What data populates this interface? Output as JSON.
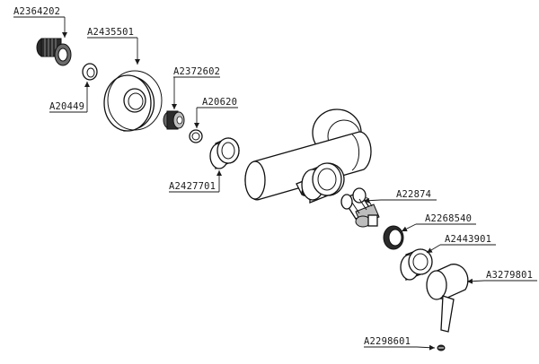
{
  "diagram": {
    "colors": {
      "line": "#1a1a1a",
      "dark_part": "#2b2b2b",
      "mid_part": "#6a6a6a",
      "light_part": "#bdbdbd"
    },
    "labels": [
      {
        "id": "A2364202",
        "text": "A2364202"
      },
      {
        "id": "A2435501",
        "text": "A2435501"
      },
      {
        "id": "A20449",
        "text": "A20449"
      },
      {
        "id": "A2372602",
        "text": "A2372602"
      },
      {
        "id": "A20620",
        "text": "A20620"
      },
      {
        "id": "A2427701",
        "text": "A2427701"
      },
      {
        "id": "A22874",
        "text": "A22874"
      },
      {
        "id": "A2268540",
        "text": "A2268540"
      },
      {
        "id": "A2443901",
        "text": "A2443901"
      },
      {
        "id": "A3279801",
        "text": "A3279801"
      },
      {
        "id": "A2298601",
        "text": "A2298601"
      }
    ]
  }
}
